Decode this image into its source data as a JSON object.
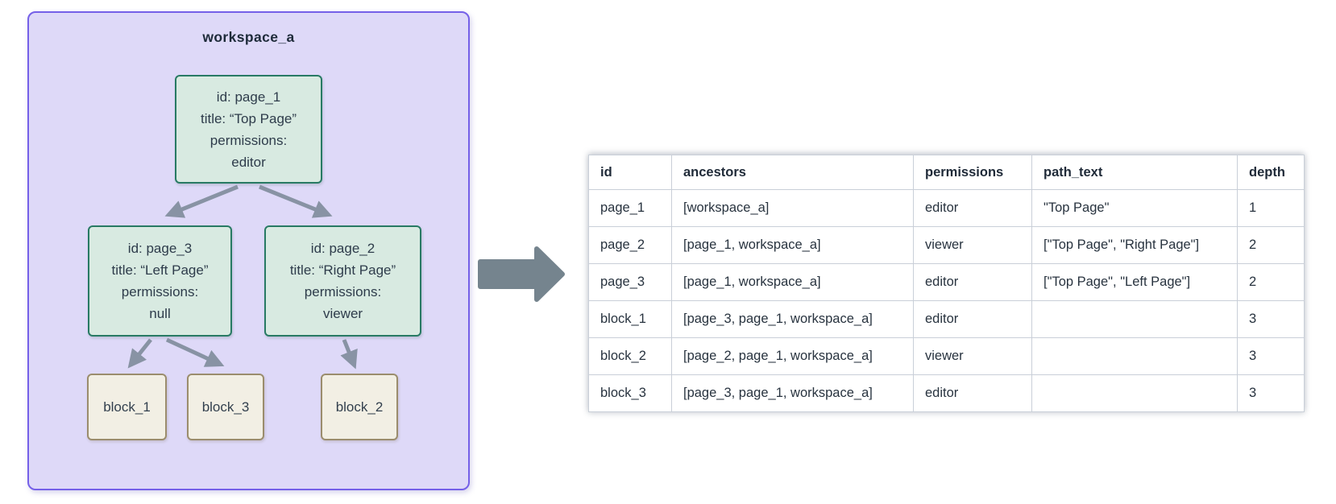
{
  "diagram": {
    "workspace_label": "workspace_a",
    "nodes": {
      "page_1": {
        "lines": [
          "id: page_1",
          "title: “Top Page”",
          "permissions:",
          "editor"
        ]
      },
      "page_3": {
        "lines": [
          "id: page_3",
          "title: “Left Page”",
          "permissions:",
          "null"
        ]
      },
      "page_2": {
        "lines": [
          "id: page_2",
          "title: “Right Page”",
          "permissions:",
          "viewer"
        ]
      },
      "block_1": {
        "label": "block_1"
      },
      "block_3": {
        "label": "block_3"
      },
      "block_2": {
        "label": "block_2"
      }
    },
    "colors": {
      "workspace_fill": "#ded9f8",
      "workspace_border": "#7560e8",
      "page_fill": "#d8eae1",
      "page_border": "#287a64",
      "block_fill": "#f2efe4",
      "block_border": "#9b8d6d",
      "edge_gray": "#8893a4",
      "transform_arrow": "#75848e"
    }
  },
  "table": {
    "columns": [
      "id",
      "ancestors",
      "permissions",
      "path_text",
      "depth"
    ],
    "rows": [
      {
        "id": "page_1",
        "ancestors": "[workspace_a]",
        "permissions": "editor",
        "path_text": "\"Top Page\"",
        "depth": "1"
      },
      {
        "id": "page_2",
        "ancestors": "[page_1, workspace_a]",
        "permissions": "viewer",
        "path_text": "[\"Top Page\", \"Right Page\"]",
        "depth": "2"
      },
      {
        "id": "page_3",
        "ancestors": "[page_1, workspace_a]",
        "permissions": "editor",
        "path_text": "[\"Top Page\", \"Left Page\"]",
        "depth": "2"
      },
      {
        "id": "block_1",
        "ancestors": "[page_3, page_1, workspace_a]",
        "permissions": "editor",
        "path_text": "",
        "depth": "3"
      },
      {
        "id": "block_2",
        "ancestors": "[page_2, page_1, workspace_a]",
        "permissions": "viewer",
        "path_text": "",
        "depth": "3"
      },
      {
        "id": "block_3",
        "ancestors": "[page_3, page_1, workspace_a]",
        "permissions": "editor",
        "path_text": "",
        "depth": "3"
      }
    ]
  }
}
